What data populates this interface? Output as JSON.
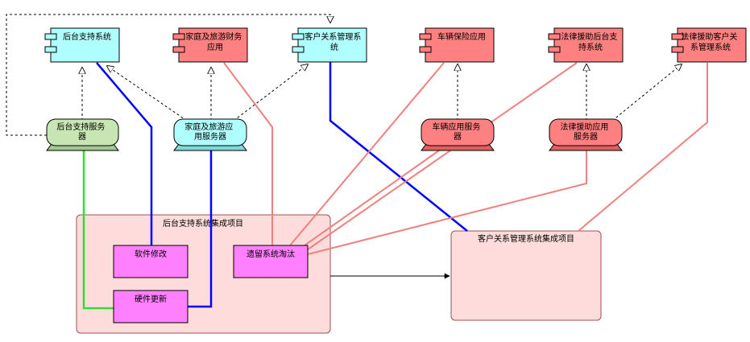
{
  "colors": {
    "cyan": "#b0ffff",
    "red": "#ff8080",
    "green": "#c8e6b4",
    "magenta": "#ff80ff",
    "pink": "#ffdcdc",
    "blue_line": "#0000ff",
    "pink_line": "#f08080",
    "green_line": "#33dd33"
  },
  "components": {
    "backend_support": [
      "后台支持系统"
    ],
    "family_travel_finance": [
      "家庭及旅游财务",
      "应用"
    ],
    "crm": [
      "客户关系管理系",
      "统"
    ],
    "vehicle_insurance": [
      "车辆保险应用"
    ],
    "legal_backend": [
      "法律援助后台支",
      "持系统"
    ],
    "legal_crm": [
      "法律援助客户关",
      "系管理系统"
    ]
  },
  "servers": {
    "backend_server": [
      "后台支持服务",
      "器"
    ],
    "family_travel_server": [
      "家庭及旅游应",
      "用服务器"
    ],
    "vehicle_server": [
      "车辆应用服务",
      "器"
    ],
    "legal_server": [
      "法律援助应用",
      "服务器"
    ]
  },
  "packages": {
    "backend_project": "后台支持系统集成项目",
    "crm_project": "客户关系管理系统集成项目"
  },
  "tasks": {
    "software_change": "软件修改",
    "legacy_retire": "遗留系统淘汰",
    "hardware_update": "硬件更新"
  }
}
